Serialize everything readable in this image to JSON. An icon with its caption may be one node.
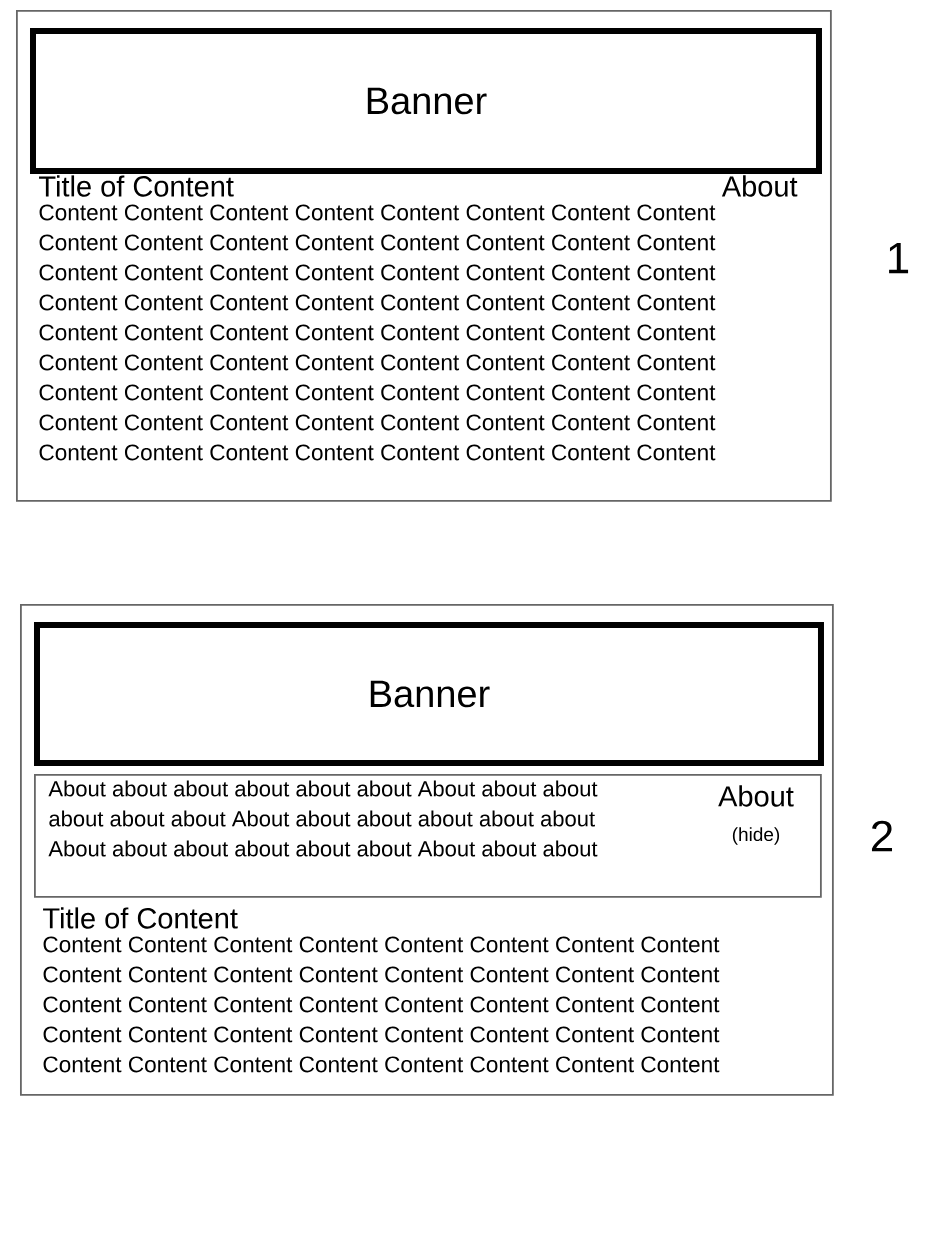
{
  "diagram": {
    "nodes": [
      {
        "text": [
          "Title of Content",
          "About",
          "Content Content Content Content Content Content Content Content Content Content Content Content Content Content Content Content Content Content Content Content Content Content Content Content Content Content Content Content Content Content Content Content Content Content Content Content Content Content Content Content Content Content Content Content Content Content Content Content Content Content Content Content Content Content Content Content Content Content Content Content Content Content Content Content Content Content Content Content Content Content Content Content"
        ]
      },
      {
        "text": [
          "Banner"
        ],
        "in": 0
      },
      {
        "text": [
          "Title of Content",
          "Content Content Content Content Content Content Content Content Content Content Content Content Content Content Content Content Content Content Content Content Content Content Content Content Content Content Content Content Content Content Content Content Content Content Content Content Content Content Content Content"
        ]
      },
      {
        "text": [
          "Banner"
        ],
        "in": 2
      },
      {
        "text": [
          "About about about about about about About about about about about about About about about about about about About about about about about about About about about",
          "About",
          "(hide)"
        ],
        "in": 2
      }
    ],
    "labels": [
      "1",
      "2"
    ]
  }
}
